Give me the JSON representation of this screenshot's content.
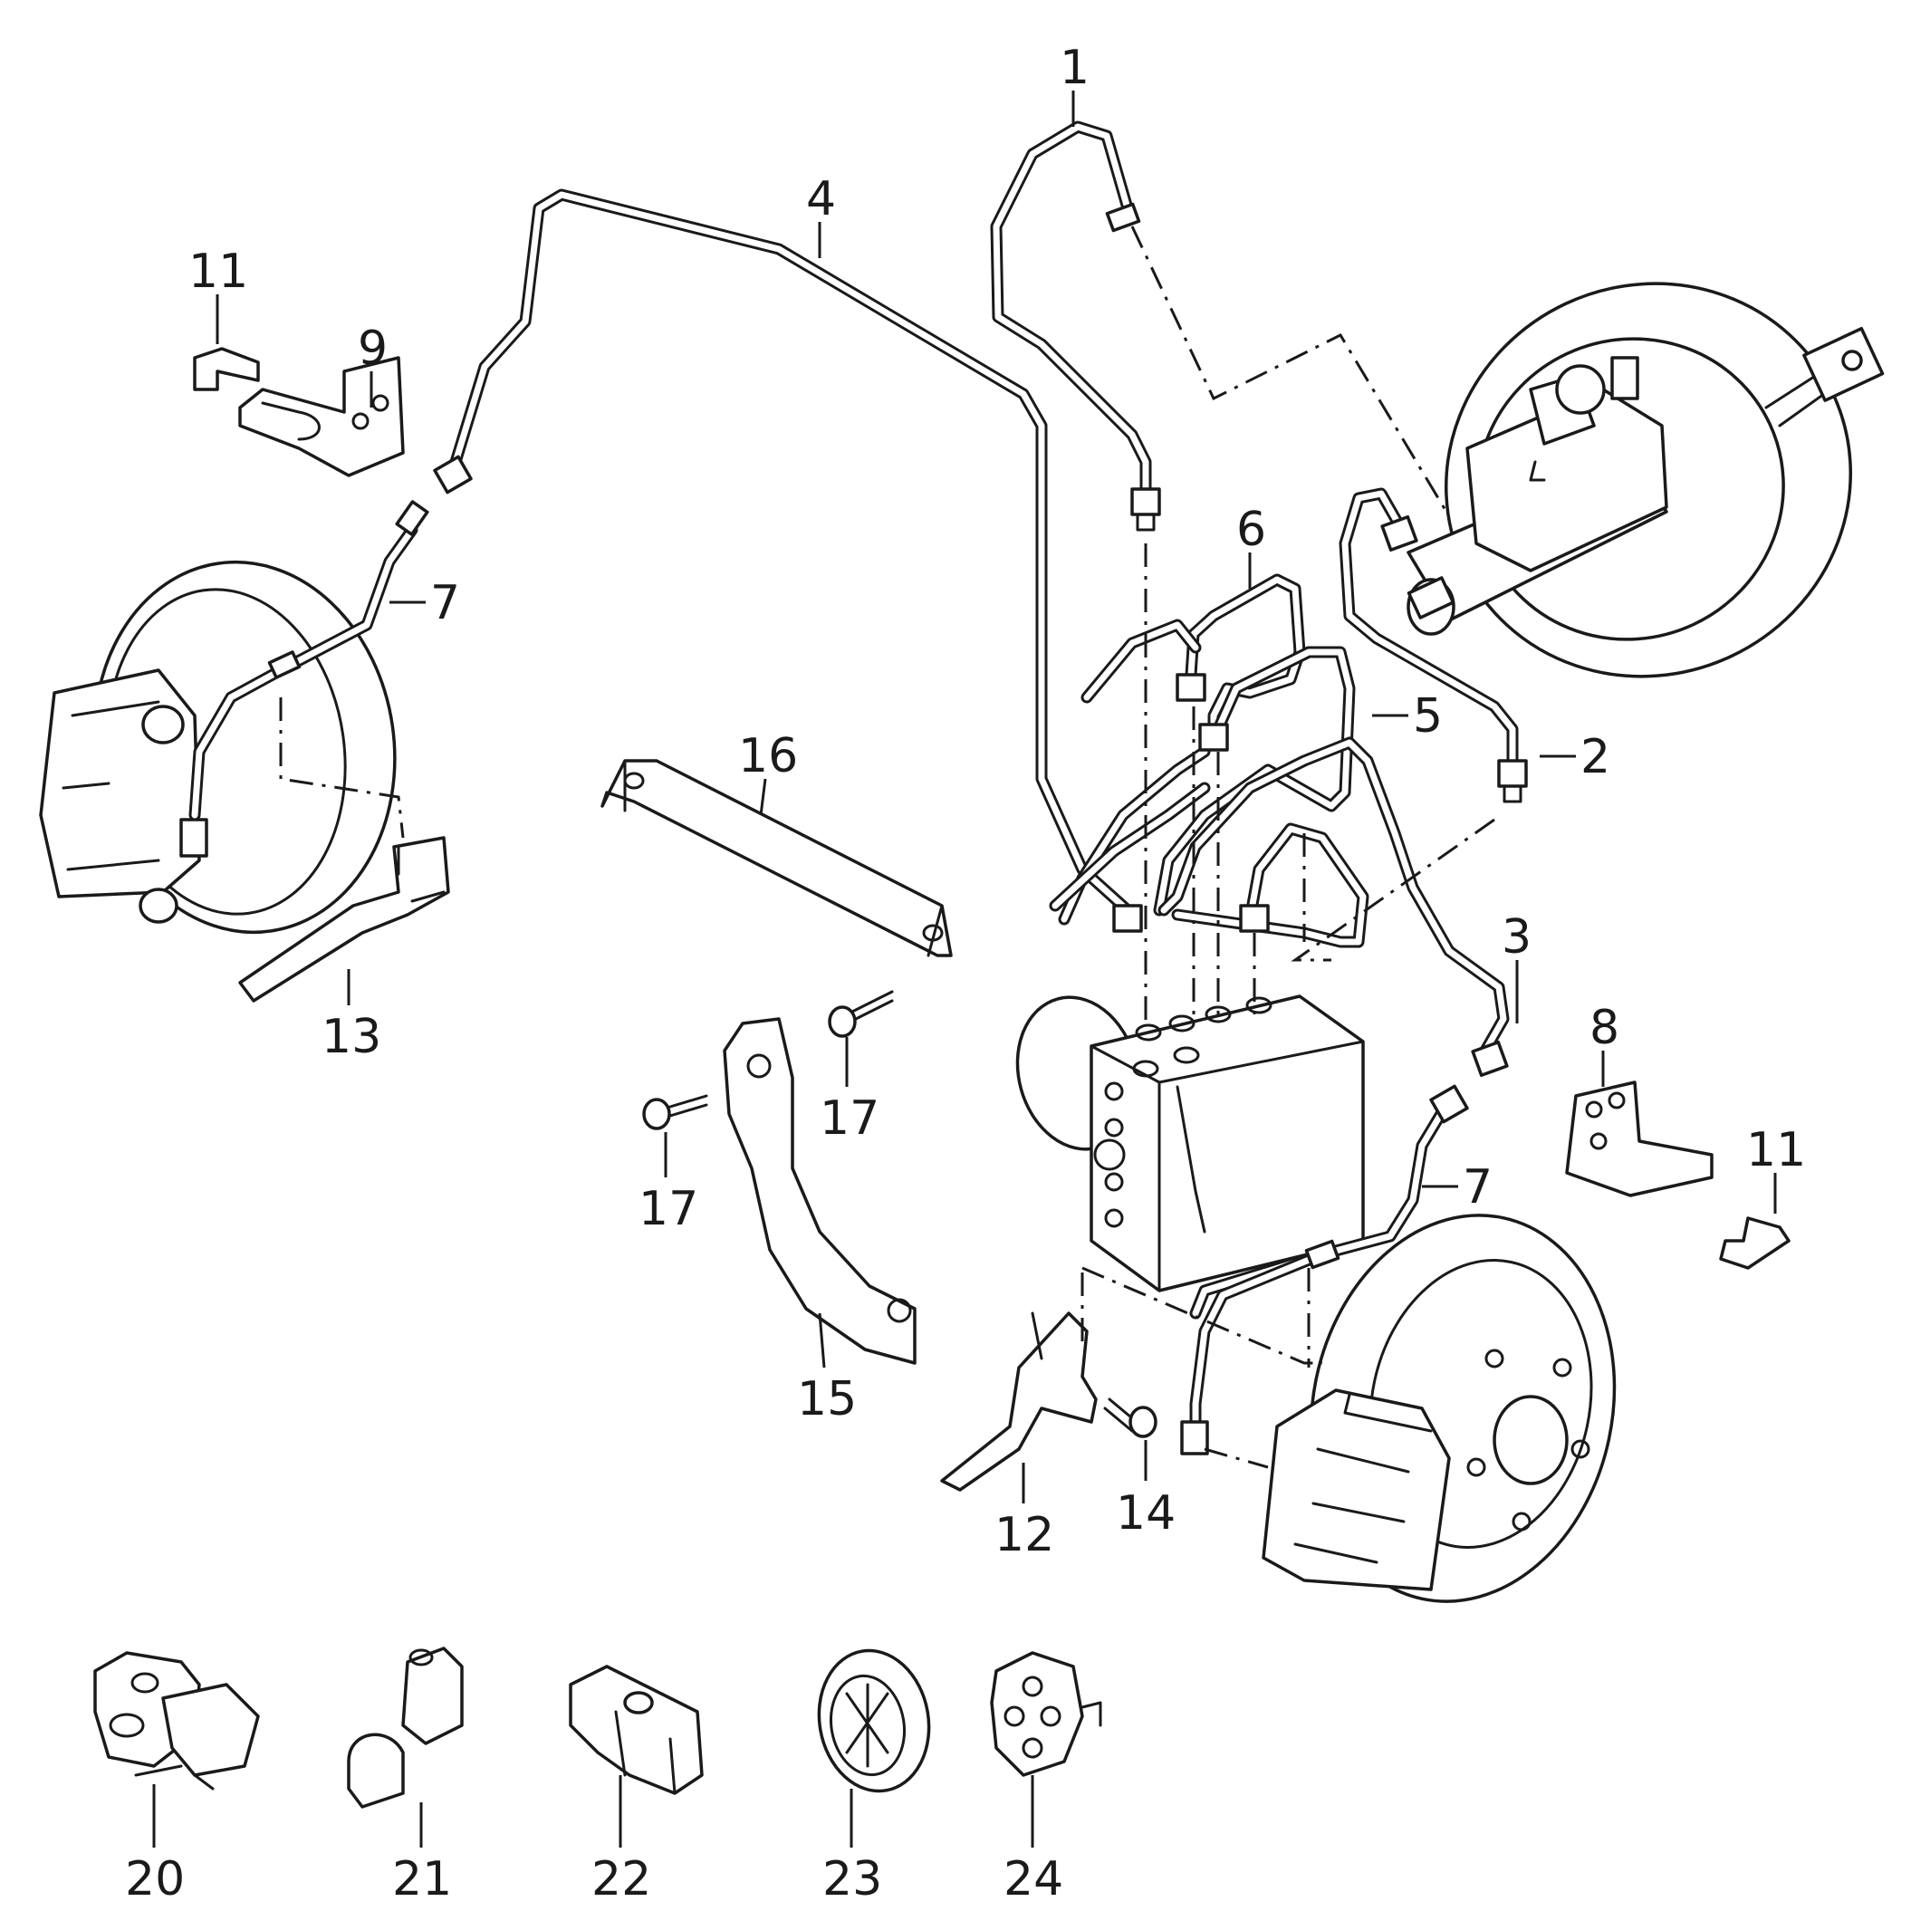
{
  "callouts": {
    "c1": "1",
    "c2": "2",
    "c3": "3",
    "c4": "4",
    "c5": "5",
    "c6": "6",
    "c7a": "7",
    "c7b": "7",
    "c8": "8",
    "c9": "9",
    "c11a": "11",
    "c11b": "11",
    "c12": "12",
    "c13": "13",
    "c14": "14",
    "c15": "15",
    "c16": "16",
    "c17a": "17",
    "c17b": "17",
    "c20": "20",
    "c21": "21",
    "c22": "22",
    "c23": "23",
    "c24": "24"
  },
  "colors": {
    "ink": "#1a1a1a",
    "paper": "#ffffff"
  }
}
